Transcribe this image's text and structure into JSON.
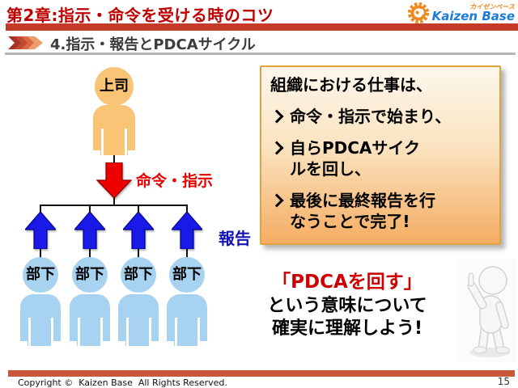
{
  "header": {
    "title": "第2章:指示・命令を受ける時のコツ",
    "section_title": "4.指示・報告とPDCAサイクル",
    "logo": {
      "jp_text": "カイゼンベース",
      "en_text": "Kaizen Base"
    }
  },
  "diagram": {
    "boss_label": "上司",
    "command_arrow_label": "命令・指示",
    "report_arrow_label": "報告",
    "subordinates": [
      "部下",
      "部下",
      "部下",
      "部下"
    ]
  },
  "info_box": {
    "intro": "組織における仕事は、",
    "bullets": [
      [
        "命令・指示で始まり、"
      ],
      [
        "自らPDCAサイク",
        "ルを回し、"
      ],
      [
        "最後に最終報告を行",
        "なうことで完了!"
      ]
    ]
  },
  "message": {
    "line1": "「PDCAを回す」",
    "line2": "という意味について",
    "line3": "確実に理解しよう!"
  },
  "footer": {
    "copyright": "Copyright ©  Kaizen Base  All Rights Reserved.",
    "page_number": "15"
  },
  "colors": {
    "title_red": "#C00000",
    "header_bar": "#C43B2A",
    "footer_bar": "#C9573C",
    "command_arrow": "#EE0000",
    "report_arrow": "#1A1AE8",
    "report_label_blue": "#1212B8",
    "command_label_red": "#E60000",
    "boss_fill": "#F9C475",
    "subordinate_fill": "#A8D3F0",
    "box_border": "#E2A23E",
    "box_gradient_top": "#FDF7EC",
    "box_gradient_bottom": "#F5AD62",
    "message_red": "#CC0000",
    "logo_orange": "#F08A1E",
    "logo_blue": "#1B7BD9"
  }
}
